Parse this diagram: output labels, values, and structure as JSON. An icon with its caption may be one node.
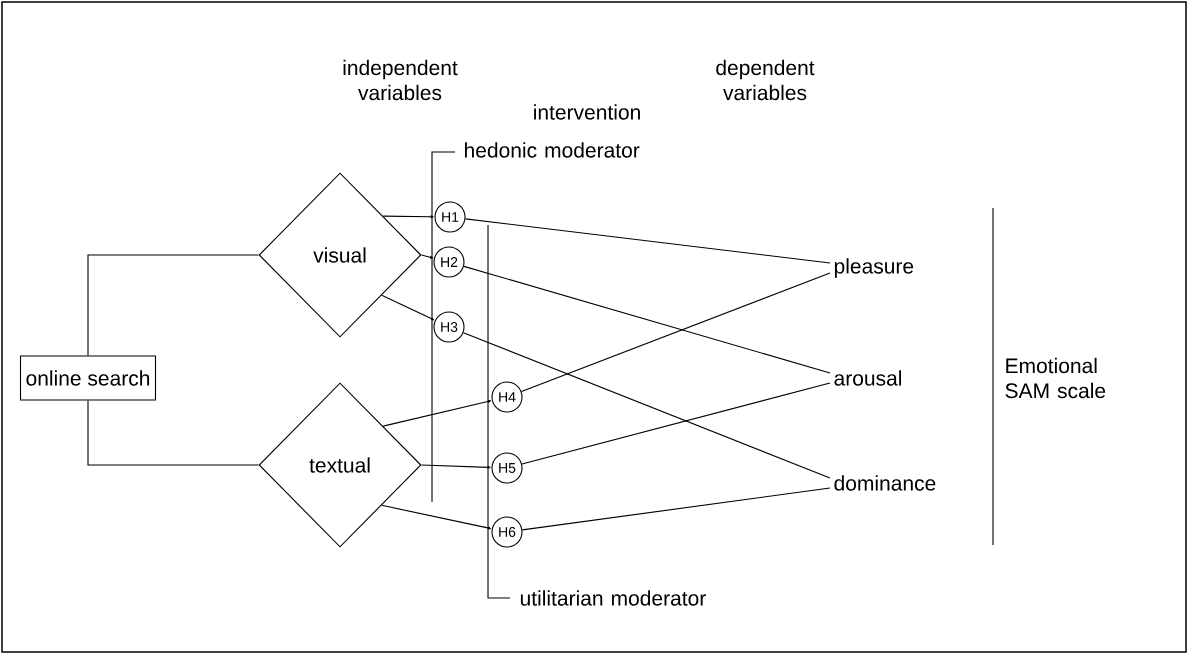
{
  "diagram": {
    "nodes": [
      {
        "text": [
          "online search"
        ]
      },
      {
        "text": [
          "visual"
        ]
      },
      {
        "text": [
          "textual"
        ]
      },
      {
        "text": [
          "H1"
        ]
      },
      {
        "text": [
          "H2"
        ]
      },
      {
        "text": [
          "H3"
        ]
      },
      {
        "text": [
          "H4"
        ]
      },
      {
        "text": [
          "H5"
        ]
      },
      {
        "text": [
          "H6"
        ]
      },
      {
        "text": [
          "pleasure"
        ]
      },
      {
        "text": [
          "arousal"
        ]
      },
      {
        "text": [
          "dominance"
        ]
      }
    ],
    "edges": [
      {
        "from": 0,
        "to": 1,
        "arrow": "none"
      },
      {
        "from": 0,
        "to": 2,
        "arrow": "none"
      },
      {
        "from": 1,
        "to": 3,
        "arrow": "to"
      },
      {
        "from": 1,
        "to": 4,
        "arrow": "to"
      },
      {
        "from": 1,
        "to": 5,
        "arrow": "to"
      },
      {
        "from": 2,
        "to": 6,
        "arrow": "to"
      },
      {
        "from": 2,
        "to": 7,
        "arrow": "to"
      },
      {
        "from": 2,
        "to": 8,
        "arrow": "to"
      },
      {
        "from": 3,
        "to": 9,
        "arrow": "none"
      },
      {
        "from": 4,
        "to": 10,
        "arrow": "none"
      },
      {
        "from": 5,
        "to": 11,
        "arrow": "none"
      },
      {
        "from": 6,
        "to": 9,
        "arrow": "none"
      },
      {
        "from": 7,
        "to": 10,
        "arrow": "none"
      },
      {
        "from": 8,
        "to": 11,
        "arrow": "none"
      }
    ],
    "labels": [
      "independent variables",
      "dependent variables",
      "intervention",
      "hedonic moderator",
      "utilitarian moderator",
      "Emotional SAM scale"
    ]
  }
}
